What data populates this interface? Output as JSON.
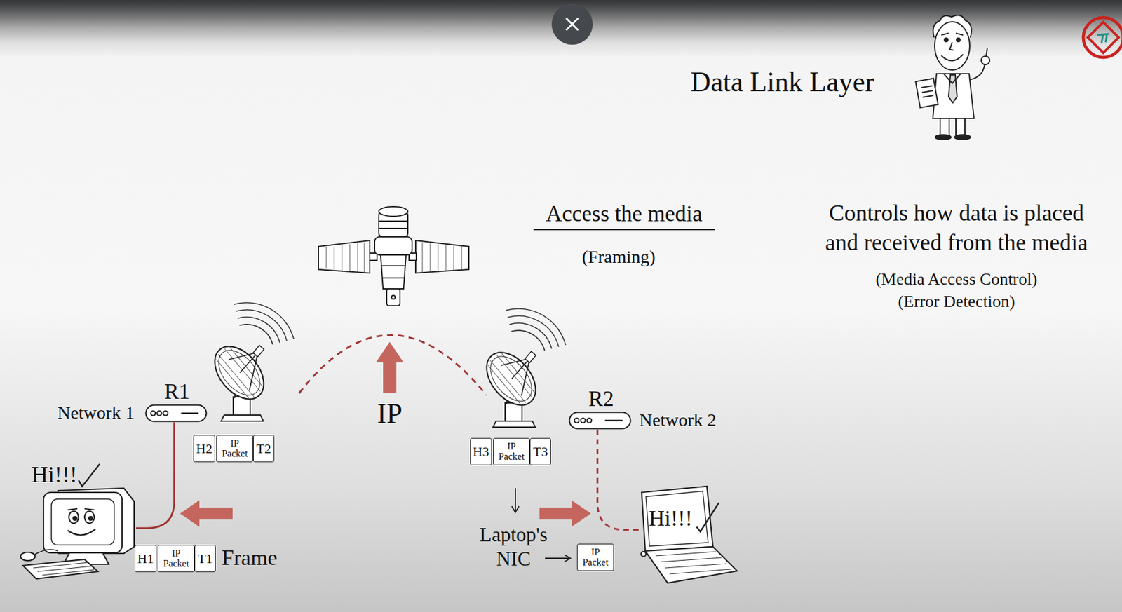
{
  "diagram": {
    "title": "Data Link Layer",
    "nodes": [
      {
        "text": [
          "R1"
        ]
      },
      {
        "text": [
          "R2"
        ]
      },
      {
        "text": [
          "H2"
        ]
      },
      {
        "text": [
          "IP Packet"
        ]
      },
      {
        "text": [
          "T2"
        ]
      },
      {
        "text": [
          "H3"
        ]
      },
      {
        "text": [
          "IP Packet"
        ]
      },
      {
        "text": [
          "T3"
        ]
      },
      {
        "text": [
          "Hi!!!"
        ]
      },
      {
        "text": [
          "H1"
        ]
      },
      {
        "text": [
          "IP Packet"
        ]
      },
      {
        "text": [
          "T1"
        ]
      },
      {
        "text": [
          "IP Packet"
        ]
      },
      {
        "text": [
          "Hi!!!"
        ]
      }
    ],
    "edges": [
      {
        "from": 8,
        "to": 0,
        "arrow": "none"
      },
      {
        "from": 1,
        "to": 13,
        "arrow": "none"
      }
    ],
    "labels": [
      "Access the media",
      "(Framing)",
      "Controls how data is placed and received from the media",
      "(Media Access Control)",
      "(Error Detection)",
      "Network 1",
      "Network 2",
      "IP",
      "Frame",
      "Laptop's NIC"
    ]
  }
}
